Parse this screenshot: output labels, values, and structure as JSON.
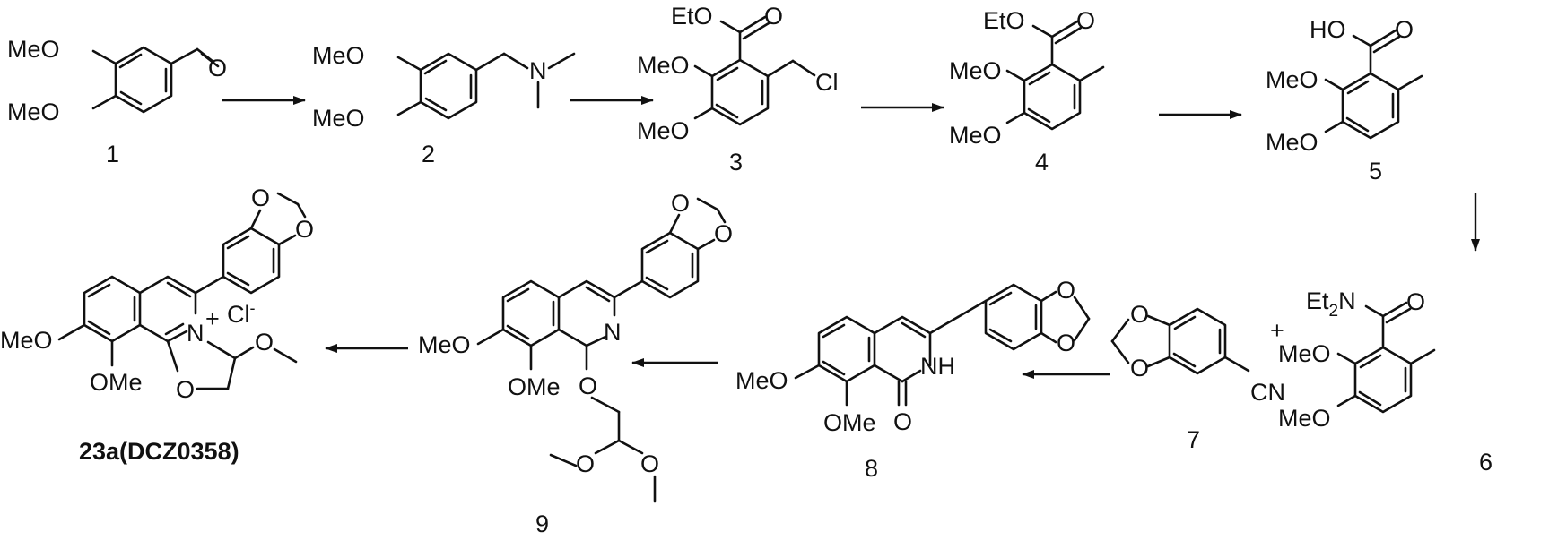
{
  "compounds": [
    {
      "number": "1",
      "labels": {
        "ome1": "MeO",
        "ome2": "MeO",
        "o": "O"
      }
    },
    {
      "number": "2",
      "labels": {
        "ome1": "MeO",
        "ome2": "MeO",
        "n": "N"
      }
    },
    {
      "number": "3",
      "labels": {
        "eto": "EtO",
        "o": "O",
        "ome1": "MeO",
        "ome2": "MeO",
        "cl": "Cl"
      }
    },
    {
      "number": "4",
      "labels": {
        "eto": "EtO",
        "o": "O",
        "ome1": "MeO",
        "ome2": "MeO"
      }
    },
    {
      "number": "5",
      "labels": {
        "ho": "HO",
        "o": "O",
        "ome1": "MeO",
        "ome2": "MeO"
      }
    },
    {
      "number": "6",
      "labels": {
        "et2n": "Et",
        "et2n_sub": "2",
        "et2n_n": "N",
        "o": "O",
        "ome1": "MeO",
        "ome2": "MeO"
      }
    },
    {
      "number": "7",
      "labels": {
        "o1": "O",
        "o2": "O",
        "cn": "CN"
      }
    },
    {
      "number": "8",
      "labels": {
        "o1": "O",
        "o2": "O",
        "meo": "MeO",
        "ome": "OMe",
        "nh": "NH",
        "o": "O"
      }
    },
    {
      "number": "9",
      "labels": {
        "o1": "O",
        "o2": "O",
        "meo": "MeO",
        "ome": "OMe",
        "n": "N",
        "o": "O",
        "o3": "O",
        "o4": "O"
      }
    },
    {
      "number": "23a(DCZ0358)",
      "labels": {
        "o1": "O",
        "o2": "O",
        "meo": "MeO",
        "ome": "OMe",
        "n": "N",
        "plus": "+",
        "cl": "Cl",
        "minus": "-",
        "o": "O",
        "o3": "O"
      }
    }
  ],
  "plus_sign": "+",
  "arrows": [
    {
      "from": "1",
      "to": "2"
    },
    {
      "from": "2",
      "to": "3"
    },
    {
      "from": "3",
      "to": "4"
    },
    {
      "from": "4",
      "to": "5"
    },
    {
      "from": "5",
      "to": "6"
    },
    {
      "from": "6 + 7",
      "to": "8"
    },
    {
      "from": "8",
      "to": "9"
    },
    {
      "from": "9",
      "to": "23a(DCZ0358)"
    }
  ]
}
